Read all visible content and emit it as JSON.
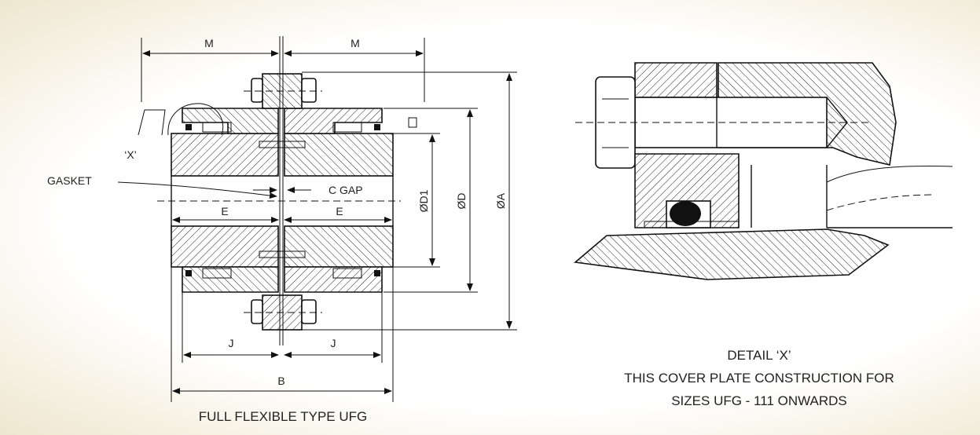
{
  "dimensions": {
    "m_left": "M",
    "m_right": "M",
    "x_callout": "‘X’",
    "gasket": "GASKET",
    "c_gap": "C GAP",
    "e_left": "E",
    "e_right": "E",
    "j_left": "J",
    "j_right": "J",
    "b": "B",
    "od1": "ØD1",
    "od": "ØD",
    "oa": "ØA"
  },
  "captions": {
    "main": "FULL FLEXIBLE TYPE UFG",
    "detail_line1": "DETAIL ‘X’",
    "detail_line2": "THIS COVER PLATE CONSTRUCTION FOR",
    "detail_line3": "SIZES UFG - 111 ONWARDS"
  }
}
